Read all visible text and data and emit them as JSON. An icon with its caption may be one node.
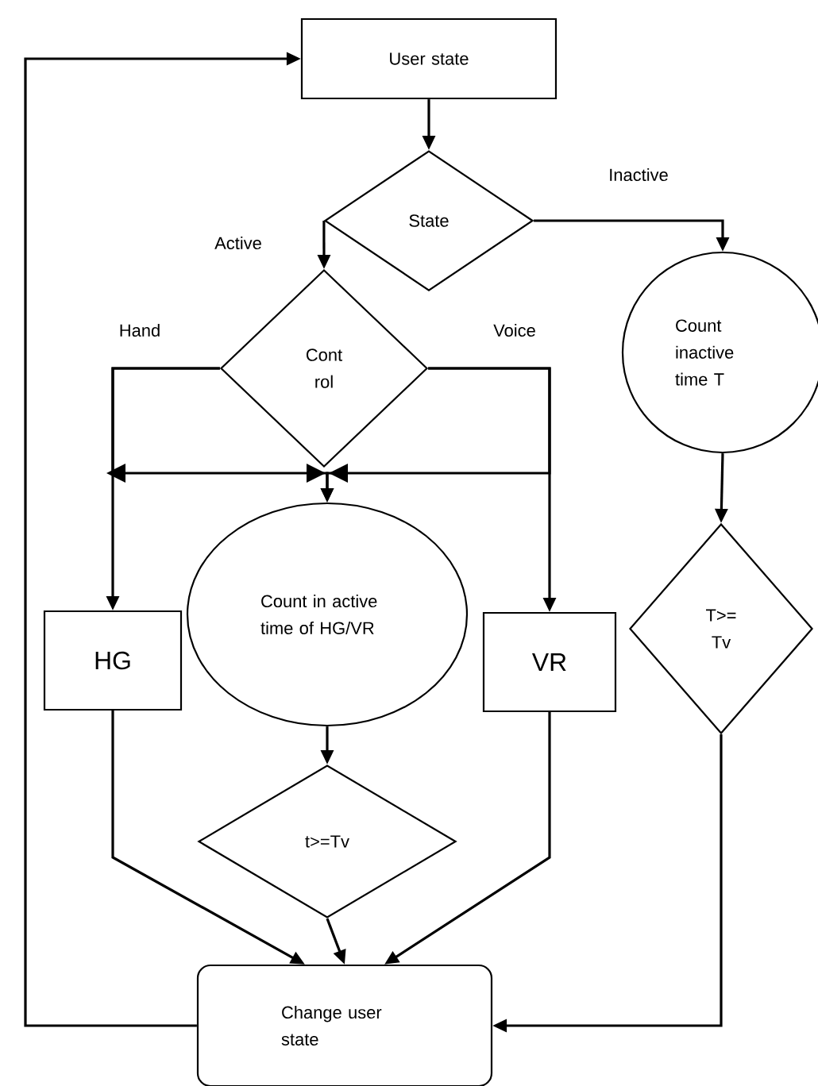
{
  "diagram": {
    "nodes": [
      {
        "text": [
          "User state"
        ]
      },
      {
        "text": [
          "State"
        ]
      },
      {
        "text": [
          "Cont rol"
        ]
      },
      {
        "text": [
          "Count inactive time T"
        ]
      },
      {
        "text": [
          "HG"
        ]
      },
      {
        "text": [
          "Count in active time of HG/VR"
        ]
      },
      {
        "text": [
          "VR"
        ]
      },
      {
        "text": [
          "T>= Tv"
        ]
      },
      {
        "text": [
          "t>=Tv"
        ]
      },
      {
        "text": [
          "Change user state"
        ]
      }
    ],
    "edges": [
      {
        "from": 0,
        "to": 1,
        "arrow": "to"
      },
      {
        "from": 1,
        "to": 2,
        "arrow": "to",
        "label": "Active"
      },
      {
        "from": 1,
        "to": 3,
        "arrow": "to",
        "label": "Inactive"
      },
      {
        "from": 2,
        "to": 4,
        "arrow": "to",
        "label": "Hand"
      },
      {
        "from": 2,
        "to": 6,
        "arrow": "to",
        "label": "Voice"
      },
      {
        "from": 2,
        "to": 5,
        "arrow": "to"
      },
      {
        "from": 2,
        "to": 5,
        "arrow": "to"
      },
      {
        "from": 3,
        "to": 7,
        "arrow": "to"
      },
      {
        "from": 4,
        "to": 9,
        "arrow": "to"
      },
      {
        "from": 5,
        "to": 8,
        "arrow": "to"
      },
      {
        "from": 8,
        "to": 9,
        "arrow": "to"
      },
      {
        "from": 6,
        "to": 9,
        "arrow": "to"
      },
      {
        "from": 7,
        "to": 9,
        "arrow": "to"
      },
      {
        "from": 9,
        "to": 0,
        "arrow": "to"
      }
    ]
  }
}
